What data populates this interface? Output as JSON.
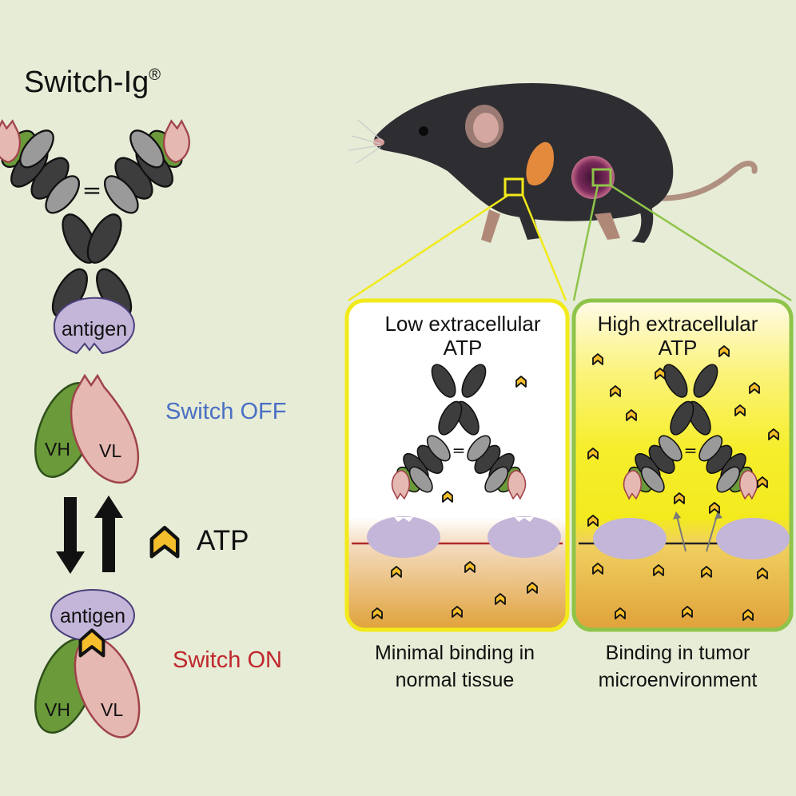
{
  "title": {
    "text": "Switch-Ig",
    "registered": "®"
  },
  "antigen_label": "antigen",
  "vh_label": "VH",
  "vl_label": "VL",
  "switch_off": {
    "label": "Switch OFF",
    "color": "#4a6fc4"
  },
  "switch_on": {
    "label": "Switch ON",
    "color": "#c0272d"
  },
  "atp_label": "ATP",
  "panels": {
    "low": {
      "heading_line1": "Low extracellular",
      "heading_line2": "ATP",
      "caption_line1": "Minimal binding in",
      "caption_line2": "normal tissue",
      "border_color": "#f2ea1a"
    },
    "high": {
      "heading_line1": "High extracellular",
      "heading_line2": "ATP",
      "caption_line1": "Binding in tumor",
      "caption_line2": "microenvironment",
      "border_color": "#8fc44a"
    }
  },
  "colors": {
    "background": "#e6ecd6",
    "heavy_domain": "#3d3d3d",
    "light_domain": "#9a9a9a",
    "vh_fill": "#6a9a3a",
    "vl_fill": "#e6b8b2",
    "antigen_fill": "#c3b6d8",
    "atp_fill": "#f5be2c"
  },
  "icons": [
    "switch-ig-antibody-icon",
    "mouse-icon",
    "atp-chevron-icon",
    "equilibrium-arrows-icon"
  ]
}
